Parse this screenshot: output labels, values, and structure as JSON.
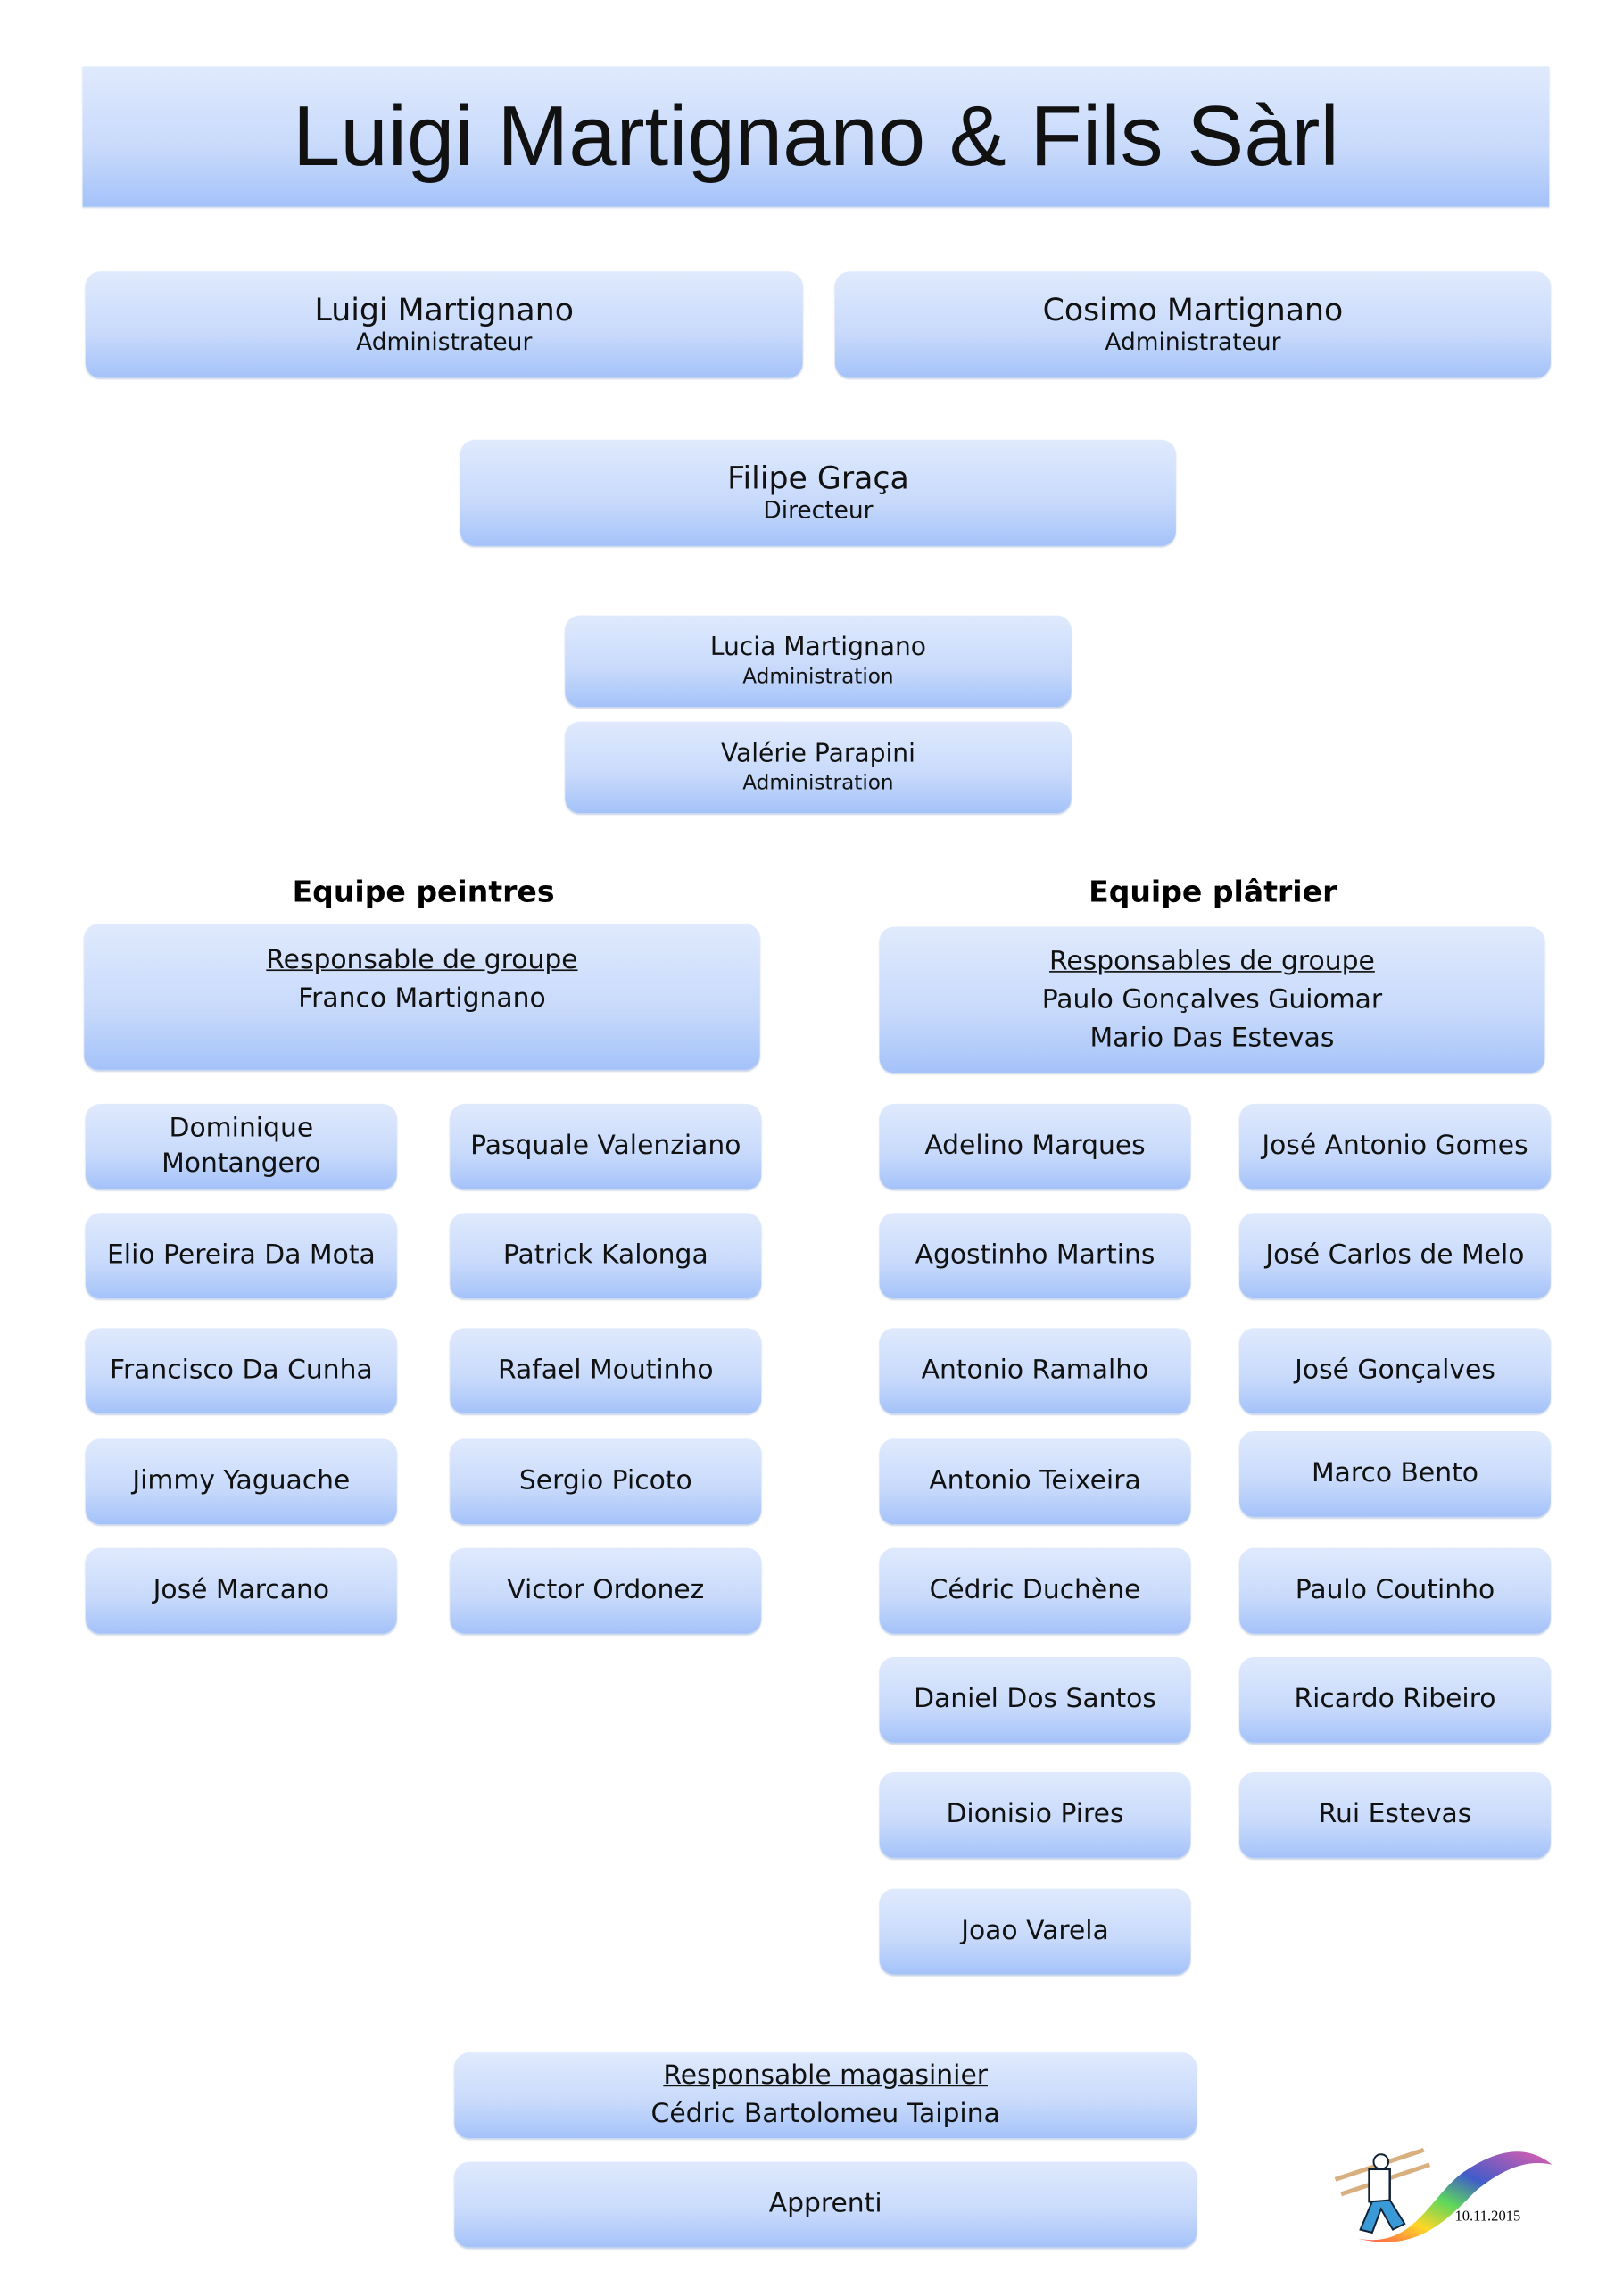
{
  "title": "Luigi Martignano & Fils Sàrl",
  "administrators": [
    {
      "name": "Luigi Martignano",
      "role": "Administrateur"
    },
    {
      "name": "Cosimo Martignano",
      "role": "Administrateur"
    }
  ],
  "director": {
    "name": "Filipe Graça",
    "role": "Directeur"
  },
  "administration": [
    {
      "name": "Lucia Martignano",
      "role": "Administration"
    },
    {
      "name": "Valérie Parapini",
      "role": "Administration"
    }
  ],
  "painters": {
    "heading": "Equipe peintres",
    "lead_label": "Responsable de groupe",
    "leads": [
      "Franco Martignano"
    ],
    "members": [
      "Dominique Montangero",
      "Pasquale Valenziano",
      "Elio Pereira Da Mota",
      "Patrick Kalonga",
      "Francisco Da Cunha",
      "Rafael Moutinho",
      "Jimmy Yaguache",
      "Sergio Picoto",
      "José Marcano",
      "Victor Ordonez"
    ]
  },
  "plasterers": {
    "heading": "Equipe plâtrier",
    "lead_label": "Responsables de groupe",
    "leads": [
      "Paulo Gonçalves Guiomar",
      "Mario Das Estevas"
    ],
    "members": [
      "Adelino Marques",
      "José Antonio Gomes",
      "Agostinho Martins",
      "José Carlos de Melo",
      "Antonio Ramalho",
      "José Gonçalves",
      "Antonio Teixeira",
      "Marco Bento",
      "Cédric Duchène",
      "Paulo Coutinho",
      "Daniel Dos Santos",
      "Ricardo Ribeiro",
      "Dionisio Pires",
      "Rui Estevas",
      "Joao Varela"
    ]
  },
  "warehouse": {
    "label": "Responsable magasinier",
    "name": "Cédric Bartolomeu Taipina"
  },
  "apprentice": "Apprenti",
  "footer": {
    "date": "10.11.2015"
  }
}
